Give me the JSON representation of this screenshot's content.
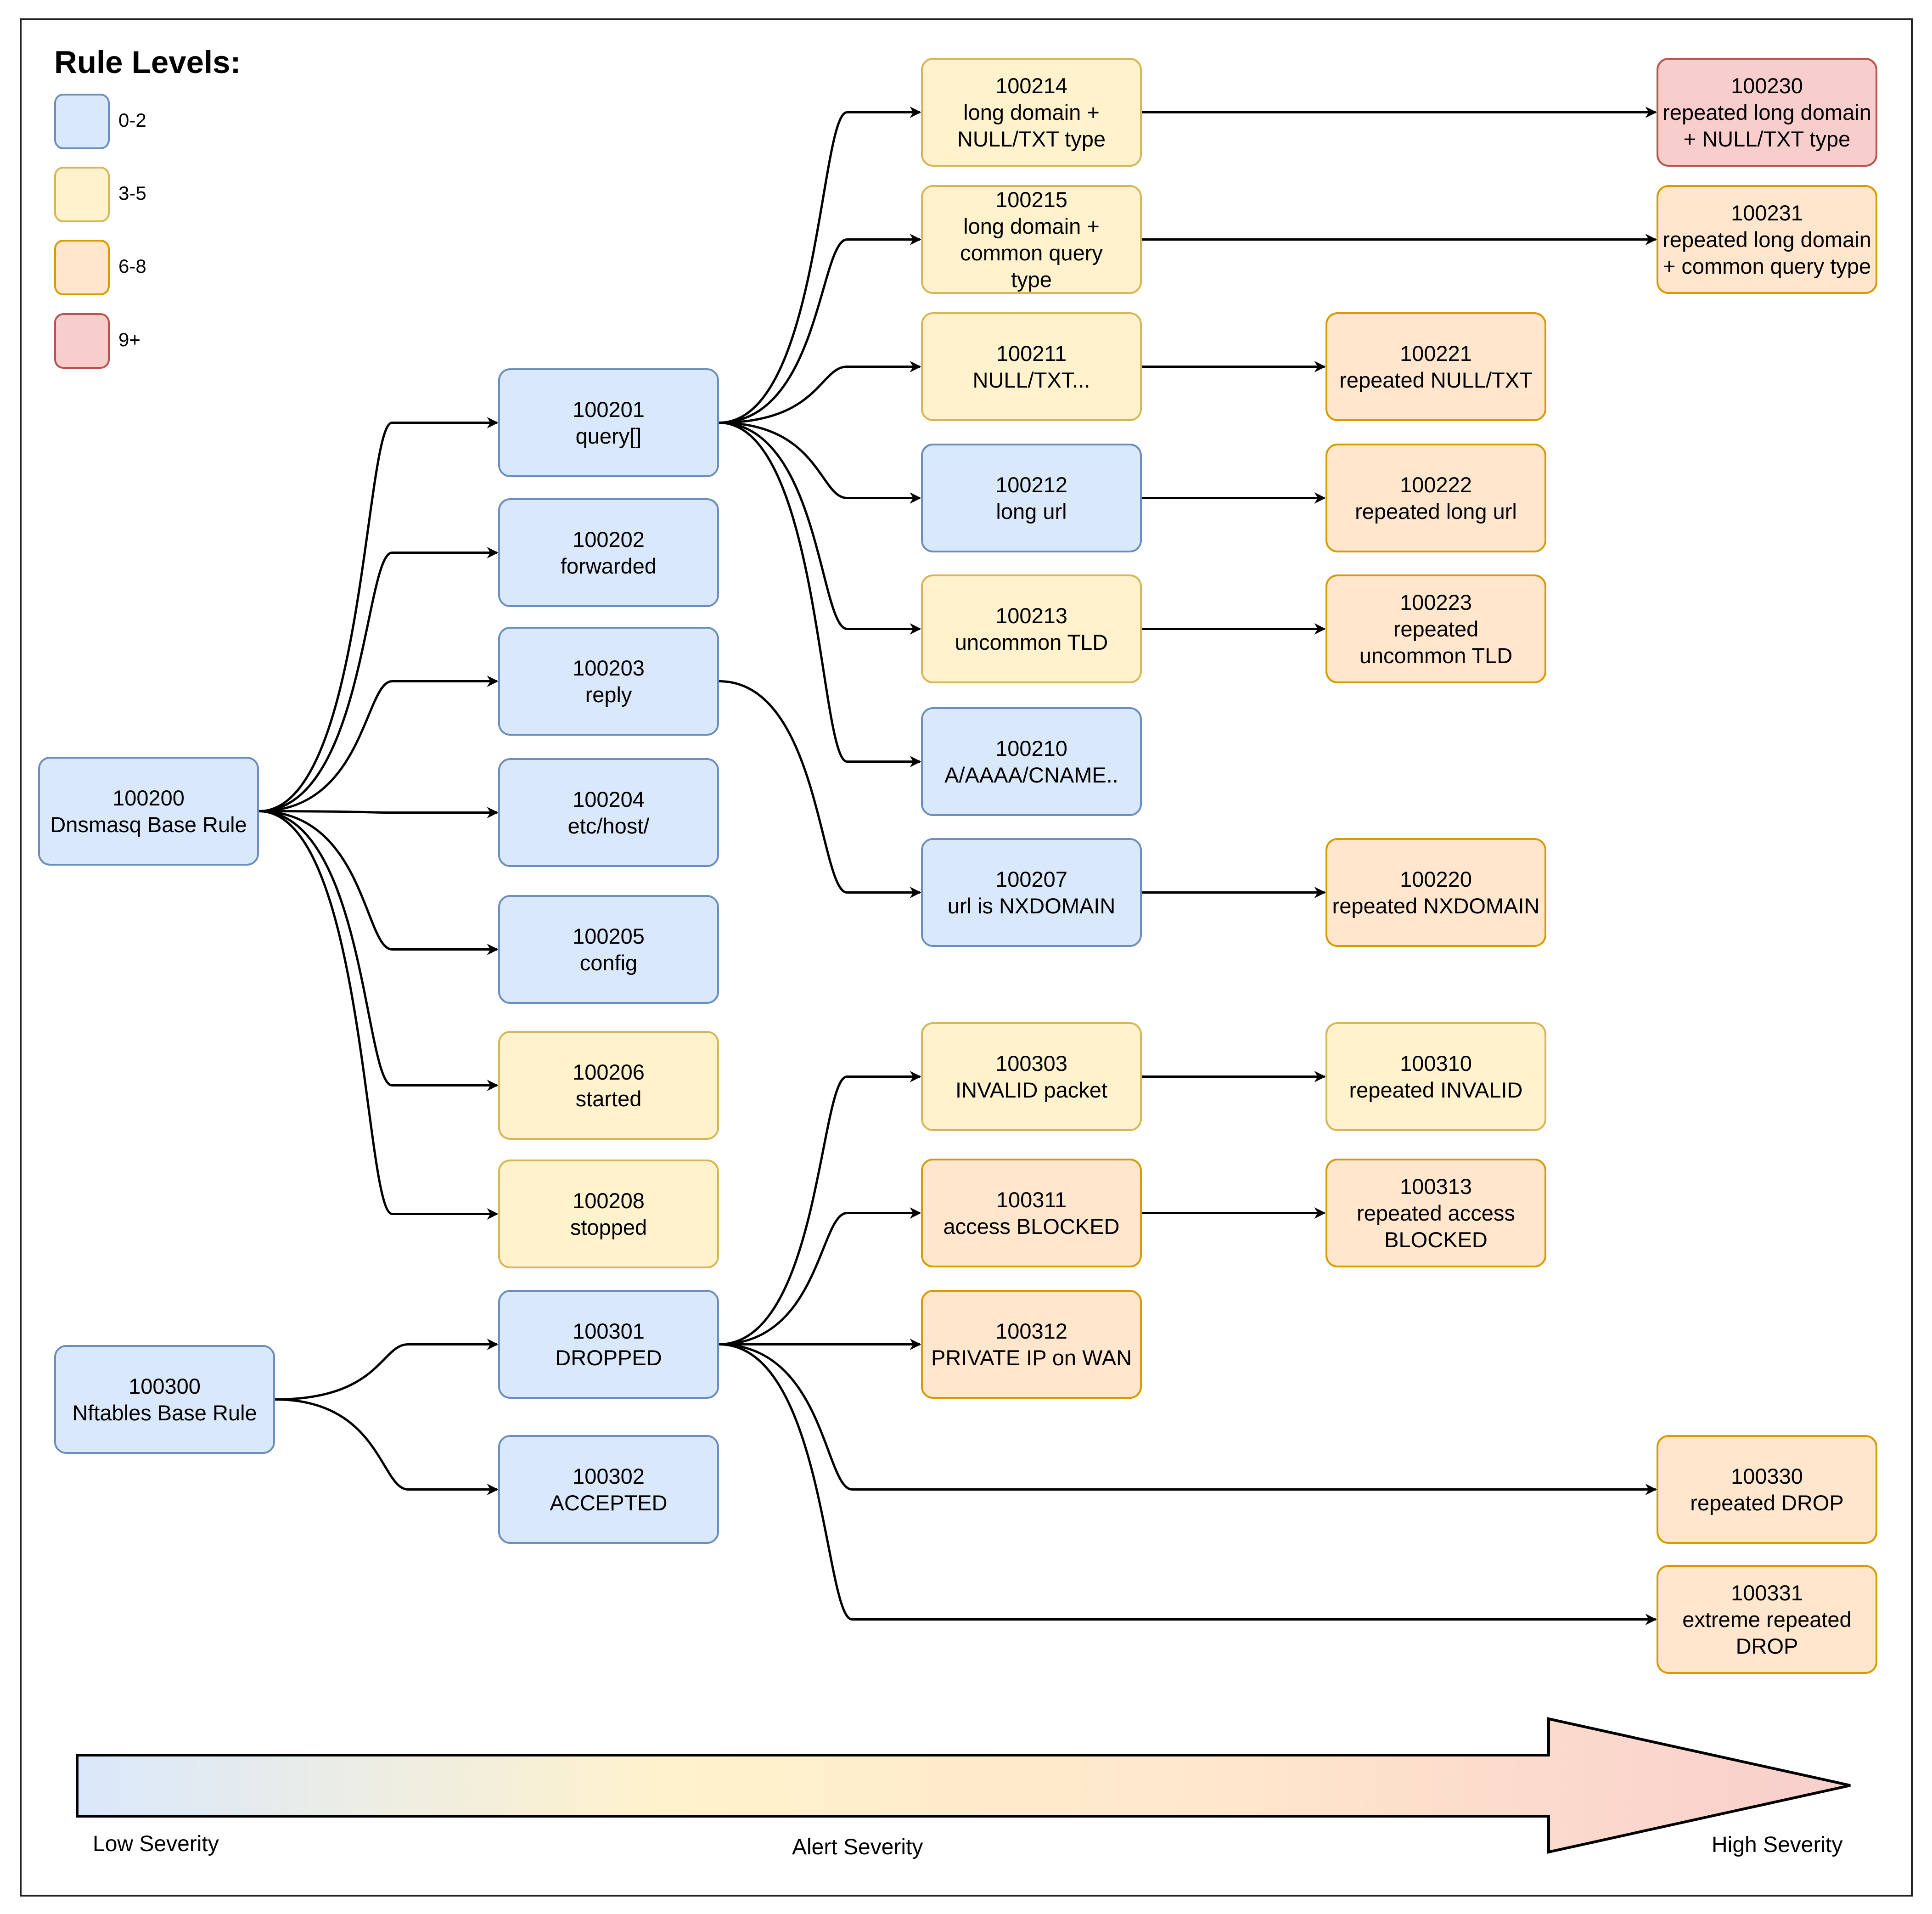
{
  "legend": {
    "title": "Rule Levels:",
    "items": [
      {
        "label": "0-2",
        "fill": "#dae8fc",
        "stroke": "#6c8ebf"
      },
      {
        "label": "3-5",
        "fill": "#fff2cc",
        "stroke": "#d6b656"
      },
      {
        "label": "6-8",
        "fill": "#ffe6cc",
        "stroke": "#d79b00"
      },
      {
        "label": "9+",
        "fill": "#f8cecc",
        "stroke": "#b85450"
      }
    ]
  },
  "nodes": {
    "n100200": {
      "id": "100200",
      "label": "Dnsmasq Base Rule",
      "level": "0-2"
    },
    "n100201": {
      "id": "100201",
      "label": "query[]",
      "level": "0-2"
    },
    "n100202": {
      "id": "100202",
      "label": "forwarded",
      "level": "0-2"
    },
    "n100203": {
      "id": "100203",
      "label": "reply",
      "level": "0-2"
    },
    "n100204": {
      "id": "100204",
      "label": "etc/host/",
      "level": "0-2"
    },
    "n100205": {
      "id": "100205",
      "label": "config",
      "level": "0-2"
    },
    "n100206": {
      "id": "100206",
      "label": "started",
      "level": "3-5"
    },
    "n100208": {
      "id": "100208",
      "label": "stopped",
      "level": "3-5"
    },
    "n100214": {
      "id": "100214",
      "label": "long domain + NULL/TXT type",
      "level": "3-5"
    },
    "n100215": {
      "id": "100215",
      "label": "long domain + common query type",
      "level": "3-5"
    },
    "n100211": {
      "id": "100211",
      "label": "NULL/TXT...",
      "level": "3-5"
    },
    "n100212": {
      "id": "100212",
      "label": "long url",
      "level": "0-2"
    },
    "n100213": {
      "id": "100213",
      "label": "uncommon TLD",
      "level": "3-5"
    },
    "n100210": {
      "id": "100210",
      "label": "A/AAAA/CNAME..",
      "level": "0-2"
    },
    "n100207": {
      "id": "100207",
      "label": "url is NXDOMAIN",
      "level": "0-2"
    },
    "n100230": {
      "id": "100230",
      "label": "repeated long domain + NULL/TXT type",
      "level": "9+"
    },
    "n100231": {
      "id": "100231",
      "label": "repeated long domain + common query type",
      "level": "6-8"
    },
    "n100221": {
      "id": "100221",
      "label": "repeated NULL/TXT",
      "level": "6-8"
    },
    "n100222": {
      "id": "100222",
      "label": "repeated long url",
      "level": "6-8"
    },
    "n100223": {
      "id": "100223",
      "label": "repeated uncommon TLD",
      "level": "6-8"
    },
    "n100220": {
      "id": "100220",
      "label": "repeated NXDOMAIN",
      "level": "6-8"
    },
    "n100300": {
      "id": "100300",
      "label": "Nftables Base Rule",
      "level": "0-2"
    },
    "n100301": {
      "id": "100301",
      "label": "DROPPED",
      "level": "0-2"
    },
    "n100302": {
      "id": "100302",
      "label": "ACCEPTED",
      "level": "0-2"
    },
    "n100303": {
      "id": "100303",
      "label": "INVALID packet",
      "level": "3-5"
    },
    "n100311": {
      "id": "100311",
      "label": "access BLOCKED",
      "level": "6-8"
    },
    "n100312": {
      "id": "100312",
      "label": "PRIVATE IP on WAN",
      "level": "6-8"
    },
    "n100310": {
      "id": "100310",
      "label": "repeated INVALID",
      "level": "3-5"
    },
    "n100313": {
      "id": "100313",
      "label": "repeated access BLOCKED",
      "level": "6-8"
    },
    "n100330": {
      "id": "100330",
      "label": "repeated DROP",
      "level": "6-8"
    },
    "n100331": {
      "id": "100331",
      "label": "extreme repeated DROP",
      "level": "6-8"
    }
  },
  "edges": [
    [
      "n100200",
      "n100201"
    ],
    [
      "n100200",
      "n100202"
    ],
    [
      "n100200",
      "n100203"
    ],
    [
      "n100200",
      "n100204"
    ],
    [
      "n100200",
      "n100205"
    ],
    [
      "n100200",
      "n100206"
    ],
    [
      "n100200",
      "n100208"
    ],
    [
      "n100201",
      "n100214"
    ],
    [
      "n100201",
      "n100215"
    ],
    [
      "n100201",
      "n100211"
    ],
    [
      "n100201",
      "n100212"
    ],
    [
      "n100201",
      "n100213"
    ],
    [
      "n100201",
      "n100210"
    ],
    [
      "n100203",
      "n100207"
    ],
    [
      "n100214",
      "n100230"
    ],
    [
      "n100215",
      "n100231"
    ],
    [
      "n100211",
      "n100221"
    ],
    [
      "n100212",
      "n100222"
    ],
    [
      "n100213",
      "n100223"
    ],
    [
      "n100207",
      "n100220"
    ],
    [
      "n100300",
      "n100301"
    ],
    [
      "n100300",
      "n100302"
    ],
    [
      "n100301",
      "n100303"
    ],
    [
      "n100301",
      "n100311"
    ],
    [
      "n100301",
      "n100312"
    ],
    [
      "n100301",
      "n100330"
    ],
    [
      "n100301",
      "n100331"
    ],
    [
      "n100303",
      "n100310"
    ],
    [
      "n100311",
      "n100313"
    ]
  ],
  "severity": {
    "low_label": "Low Severity",
    "mid_label": "Alert Severity",
    "high_label": "High Severity",
    "gradient": [
      "#dae8fc",
      "#fff2cc",
      "#ffe6cc",
      "#f8cecc"
    ]
  }
}
